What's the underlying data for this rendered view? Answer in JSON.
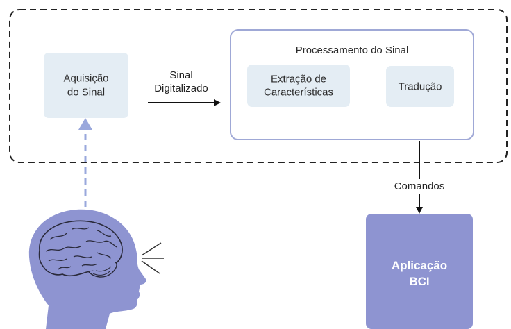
{
  "acquisition": {
    "line1": "Aquisição",
    "line2": "do Sinal"
  },
  "signal_label": {
    "line1": "Sinal",
    "line2": "Digitalizado"
  },
  "processing": {
    "title": "Processamento do Sinal"
  },
  "feature_extraction": {
    "line1": "Extração de",
    "line2": "Características"
  },
  "translation": {
    "label": "Tradução"
  },
  "commands_label": "Comandos",
  "application": {
    "line1": "Aplicação",
    "line2": "BCI"
  },
  "colors": {
    "light_box": "#e4edf4",
    "processing_border": "#9fa8d6",
    "application_fill": "#8e94d1",
    "head_fill": "#8e94d1",
    "dashed_arrow": "#9aa8dc",
    "frame": "#222222"
  }
}
